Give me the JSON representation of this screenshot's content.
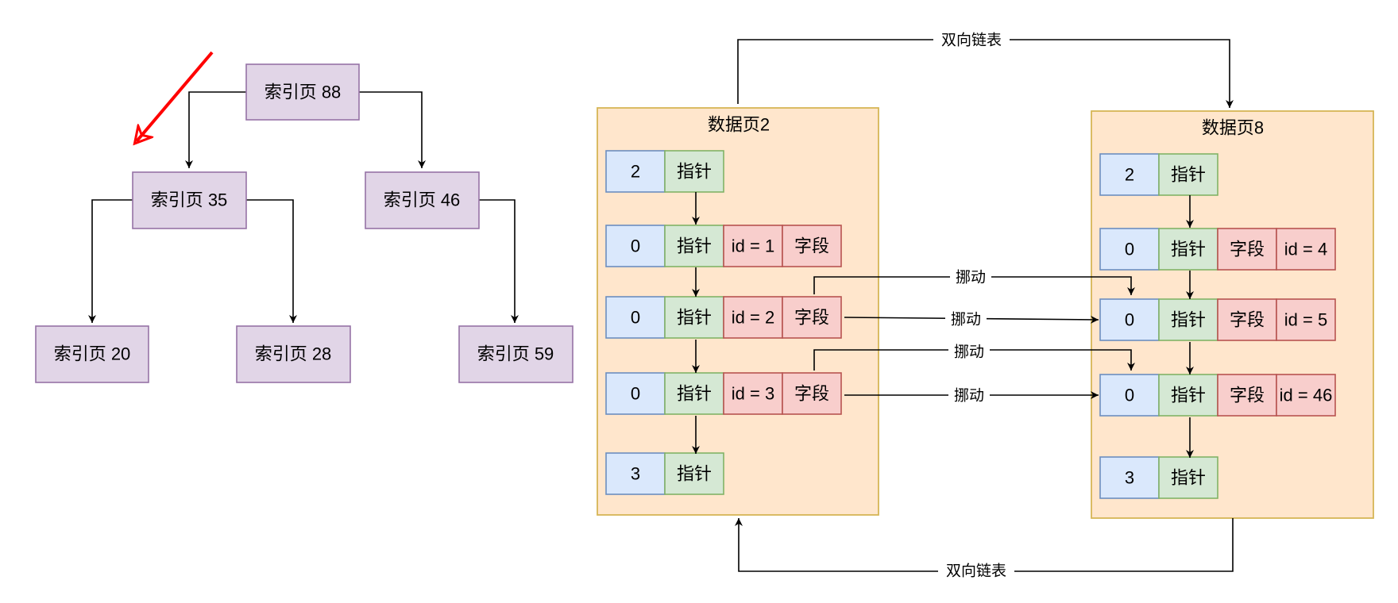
{
  "colors": {
    "index_fill": "#e1d5e7",
    "index_stroke": "#9673a6",
    "page_fill": "#ffe6cc",
    "page_stroke": "#d6b656",
    "num_fill": "#dae8fc",
    "num_stroke": "#6c8ebf",
    "ptr_fill": "#d5e8d4",
    "ptr_stroke": "#82b366",
    "field_fill": "#f8cecc",
    "field_stroke": "#b85450",
    "edge": "#000000",
    "highlight_arrow": "#ff0000"
  },
  "index_tree": {
    "nodes": [
      {
        "id": "n88",
        "label": "索引页 88"
      },
      {
        "id": "n35",
        "label": "索引页 35"
      },
      {
        "id": "n46",
        "label": "索引页 46"
      },
      {
        "id": "n20",
        "label": "索引页 20"
      },
      {
        "id": "n28",
        "label": "索引页 28"
      },
      {
        "id": "n59",
        "label": "索引页 59"
      }
    ],
    "edges": [
      {
        "from": "n88",
        "to": "n35"
      },
      {
        "from": "n88",
        "to": "n46"
      },
      {
        "from": "n35",
        "to": "n20"
      },
      {
        "from": "n35",
        "to": "n28"
      },
      {
        "from": "n46",
        "to": "n59"
      }
    ],
    "highlight_arrow_icon": "red-arrow-icon"
  },
  "data_pages": [
    {
      "id": "page2",
      "title": "数据页2",
      "rows": [
        {
          "cells": [
            "2",
            "指针"
          ]
        },
        {
          "cells": [
            "0",
            "指针",
            "id = 1",
            "字段"
          ]
        },
        {
          "cells": [
            "0",
            "指针",
            "id = 2",
            "字段"
          ]
        },
        {
          "cells": [
            "0",
            "指针",
            "id = 3",
            "字段"
          ]
        },
        {
          "cells": [
            "3",
            "指针"
          ]
        }
      ]
    },
    {
      "id": "page8",
      "title": "数据页8",
      "rows": [
        {
          "cells": [
            "2",
            "指针"
          ]
        },
        {
          "cells": [
            "0",
            "指针",
            "字段",
            "id = 4"
          ]
        },
        {
          "cells": [
            "0",
            "指针",
            "字段",
            "id = 5"
          ]
        },
        {
          "cells": [
            "0",
            "指针",
            "字段",
            "id = 46"
          ]
        },
        {
          "cells": [
            "3",
            "指针"
          ]
        }
      ]
    }
  ],
  "links": {
    "top_label": "双向链表",
    "bottom_label": "双向链表",
    "move_labels": [
      "挪动",
      "挪动",
      "挪动",
      "挪动"
    ]
  }
}
